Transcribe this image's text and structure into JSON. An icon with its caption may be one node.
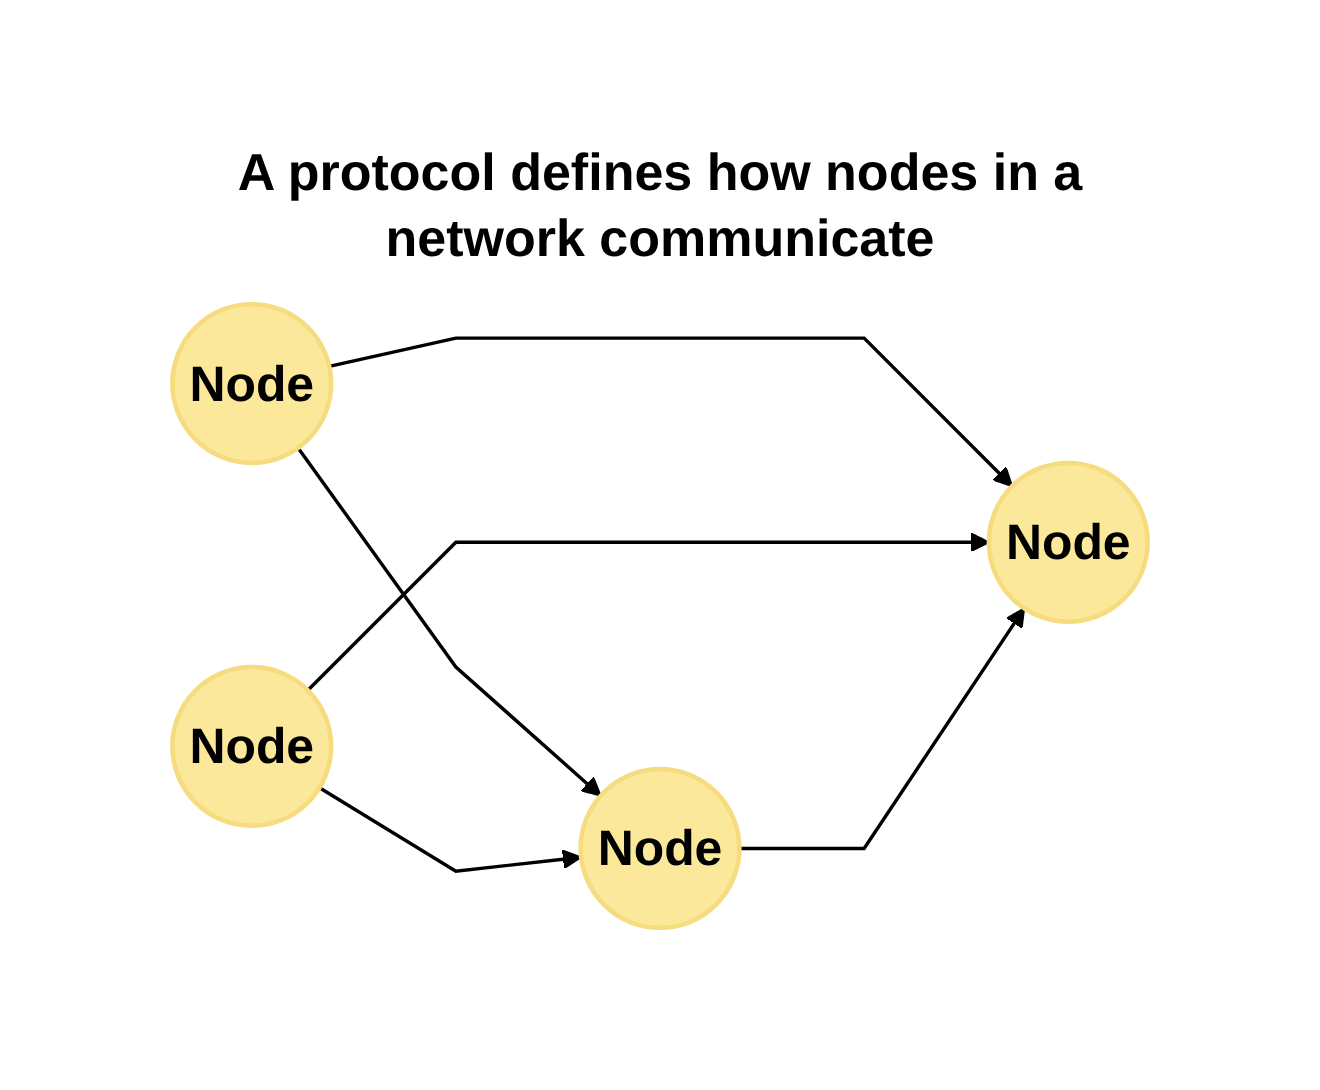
{
  "diagram": {
    "title": "A protocol defines how nodes in a network communicate",
    "nodes": [
      {
        "text": [
          "Node"
        ]
      },
      {
        "text": [
          "Node"
        ]
      },
      {
        "text": [
          "Node"
        ]
      },
      {
        "text": [
          "Node"
        ]
      }
    ],
    "edges": [
      {
        "from": 0,
        "to": 1,
        "arrow": "to"
      },
      {
        "from": 0,
        "to": 3,
        "arrow": "to"
      },
      {
        "from": 2,
        "to": 1,
        "arrow": "to"
      },
      {
        "from": 2,
        "to": 3,
        "arrow": "to"
      },
      {
        "from": 1,
        "to": 3,
        "arrow": "to"
      }
    ]
  }
}
